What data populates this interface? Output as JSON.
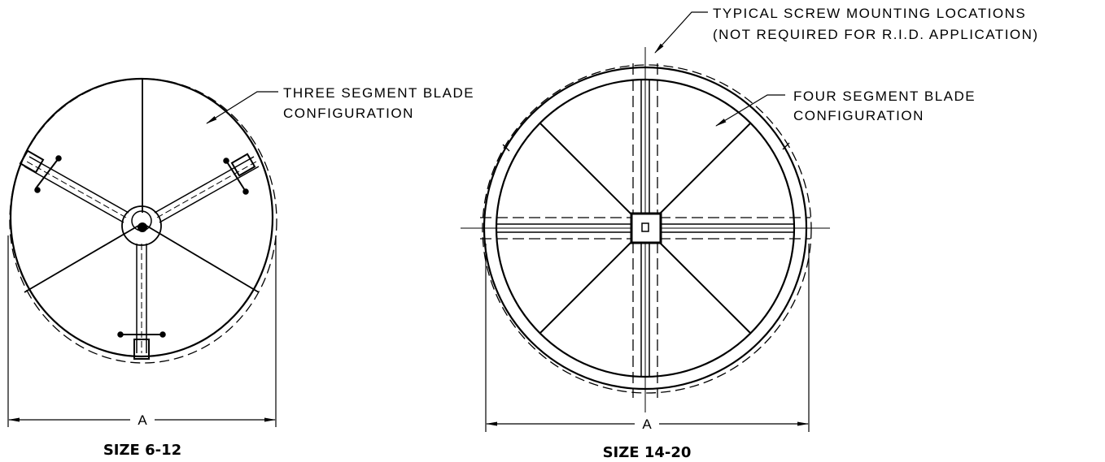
{
  "left_view": {
    "note_line1": "THREE SEGMENT BLADE",
    "note_line2": "CONFIGURATION",
    "dimension_label": "A",
    "title": "SIZE 6-12"
  },
  "right_view": {
    "screw_note_line1": "TYPICAL SCREW MOUNTING LOCATIONS",
    "screw_note_line2": "(NOT REQUIRED FOR R.I.D. APPLICATION)",
    "note_line1": "FOUR SEGMENT BLADE",
    "note_line2": "CONFIGURATION",
    "dimension_label": "A",
    "title": "SIZE 14-20"
  }
}
